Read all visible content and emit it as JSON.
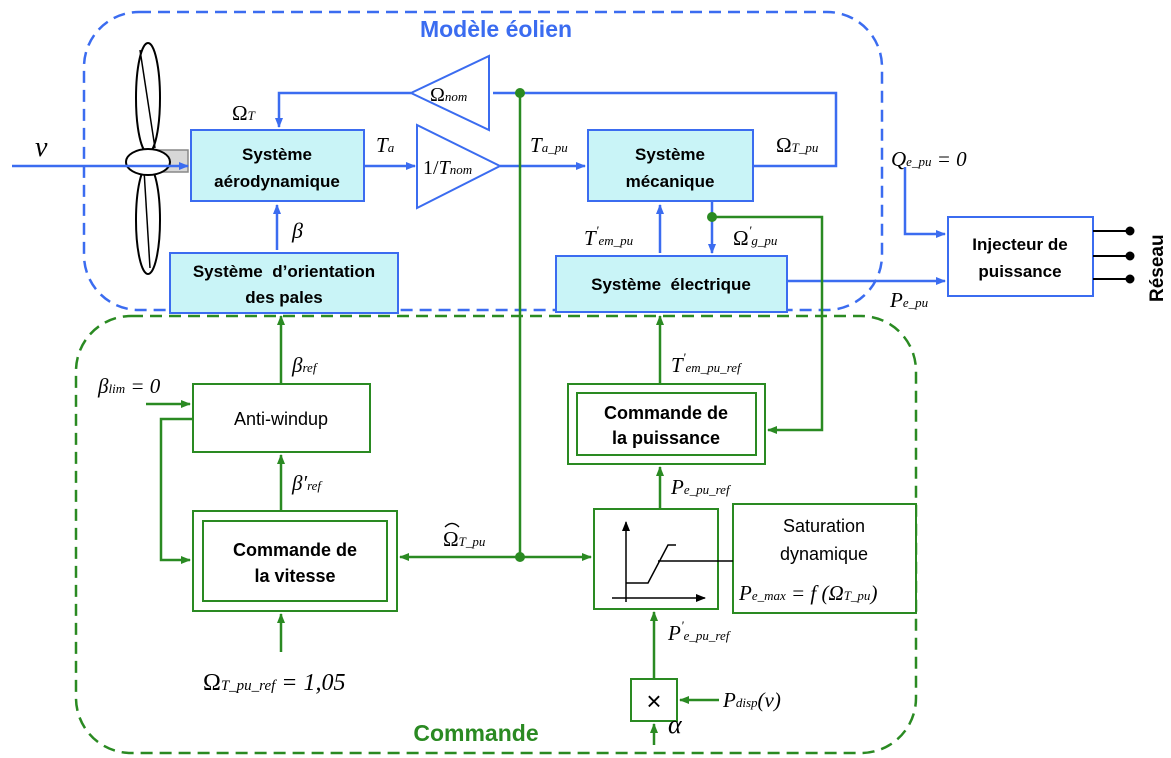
{
  "colors": {
    "blue": "#3b6cf0",
    "green": "#2a8a22",
    "box_fill": "#c9f4f7",
    "title_blue": "#3b6cf0",
    "title_green": "#2a8a22"
  },
  "groups": {
    "wind_model_title": "Modèle éolien",
    "control_title": "Commande"
  },
  "blocks": {
    "aero_1": "Système",
    "aero_2": "aérodynamique",
    "mech_1": "Système",
    "mech_2": "mécanique",
    "pitch_1": "Système  d’orientation",
    "pitch_2": "des pales",
    "elec": "Système  électrique",
    "injector_1": "Injecteur de",
    "injector_2": "puissance",
    "network": "Réseau",
    "antiwindup": "Anti-windup",
    "speed_ctrl_1": "Commande de",
    "speed_ctrl_2": "la vitesse",
    "power_ctrl_1": "Commande de",
    "power_ctrl_2": "la puissance",
    "saturation_1": "Saturation",
    "saturation_2": "dynamique",
    "multiplier": "×"
  },
  "signals": {
    "v": "v",
    "omega_t": "Ω",
    "omega_t_sub": "T",
    "omega_nom": "Ω",
    "omega_nom_sub": "nom",
    "ta": "T",
    "ta_sub": "a",
    "gain_1": "1/",
    "gain_t": "T",
    "gain_t_sub": "nom",
    "ta_pu": "T",
    "ta_pu_sub": "a_pu",
    "omega_t_pu": "Ω",
    "omega_t_pu_sub": "T_pu",
    "q_e_pu": "Q",
    "q_e_pu_sub": "e_pu",
    "q_e_pu_val": " = 0",
    "beta": "β",
    "t_em_pu": "T",
    "t_em_pu_sub": "em_pu",
    "omega_g_pu": "Ω",
    "omega_g_pu_sub": "g_pu",
    "prime": "'",
    "p_e_pu": "P",
    "p_e_pu_sub": "e_pu",
    "beta_lim": "β",
    "beta_lim_sub": "lim",
    "beta_lim_val": " = 0",
    "beta_ref": "β",
    "beta_ref_sub": "ref",
    "beta_ref_prime": "β′",
    "t_em_pu_ref": "T",
    "t_em_pu_ref_sub": "em_pu_ref",
    "p_e_pu_ref": "P",
    "p_e_pu_ref_sub": "e_pu_ref",
    "omega_hat": "Ω",
    "omega_hat_sub": "T_pu",
    "p_e_max": "P",
    "p_e_max_sub": "e_max",
    "p_e_max_eq": " = f (Ω",
    "p_e_max_eq_sub": "T_pu",
    "p_e_max_close": ")",
    "p_e_pu_ref2": "P",
    "p_e_pu_ref2_sub": "e_pu_ref",
    "p_disp": "P",
    "p_disp_sub": "disp",
    "p_disp_arg": "(v)",
    "omega_ref": "Ω",
    "omega_ref_sub": "T_pu_ref",
    "omega_ref_val": " = 1,05",
    "alpha": "α"
  }
}
